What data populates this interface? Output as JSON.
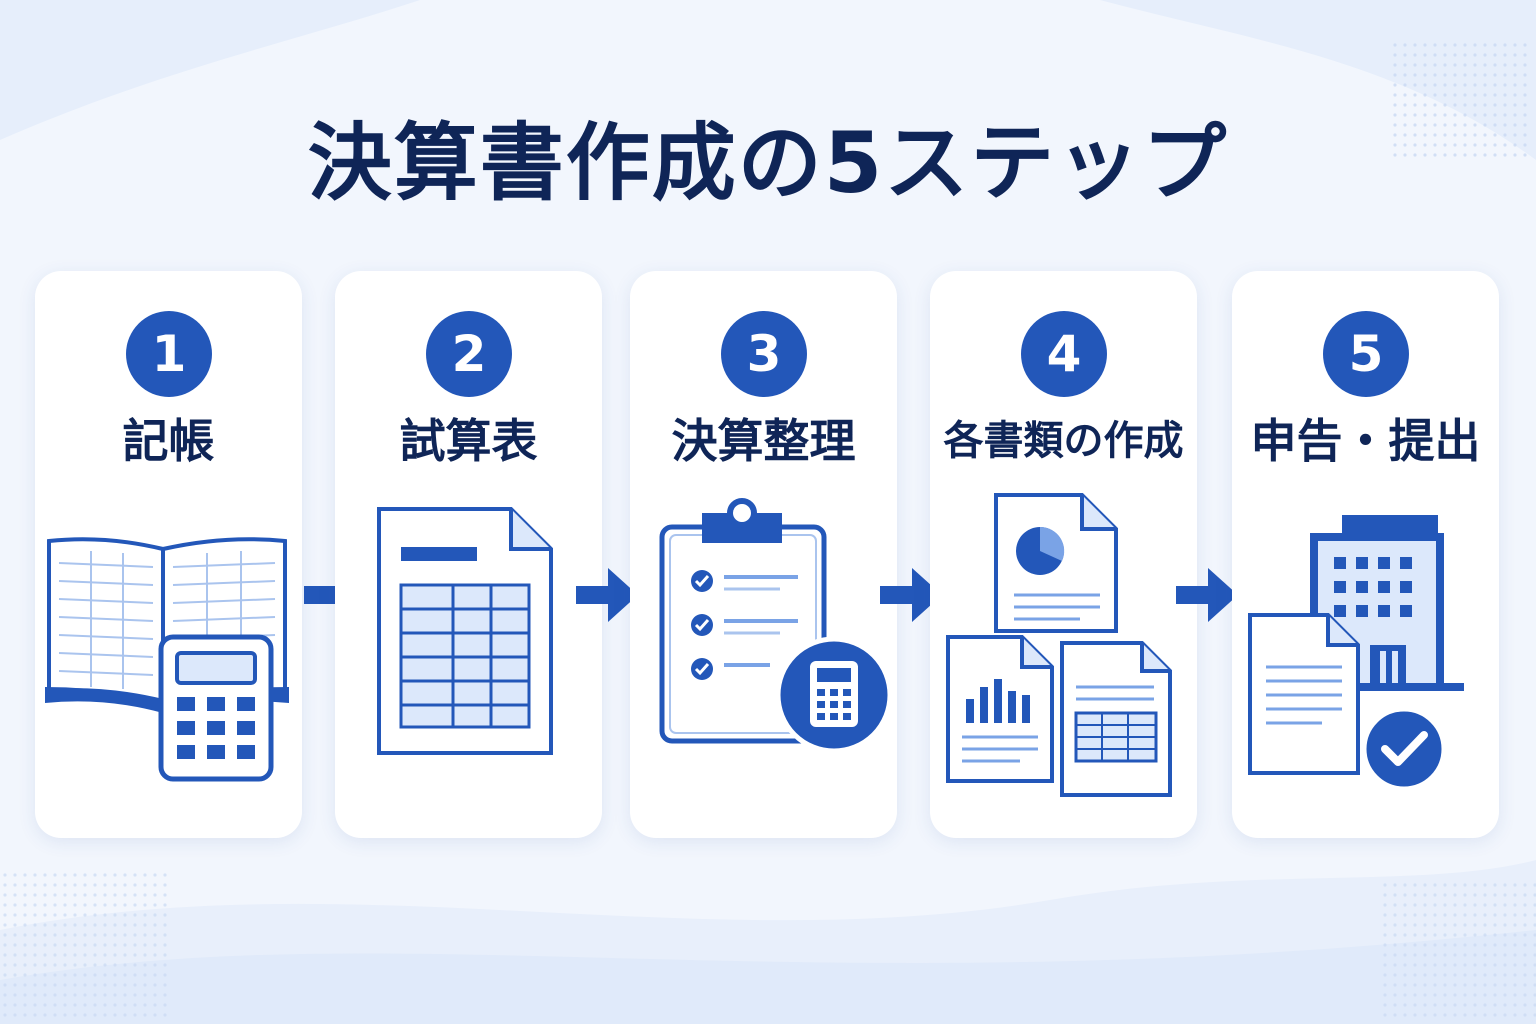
{
  "title": "決算書作成の5ステップ",
  "colors": {
    "primary": "#2357b9",
    "navy": "#0f2557",
    "light": "#dce8fb",
    "background": "#f2f6fd"
  },
  "steps": [
    {
      "number": "1",
      "label": "記帳",
      "icon": "ledger-with-calculator-icon"
    },
    {
      "number": "2",
      "label": "試算表",
      "icon": "spreadsheet-document-icon"
    },
    {
      "number": "3",
      "label": "決算整理",
      "icon": "clipboard-checklist-calculator-icon"
    },
    {
      "number": "4",
      "label": "各書類の作成",
      "icon": "financial-documents-icon"
    },
    {
      "number": "5",
      "label": "申告・提出",
      "icon": "office-building-submission-icon"
    }
  ]
}
